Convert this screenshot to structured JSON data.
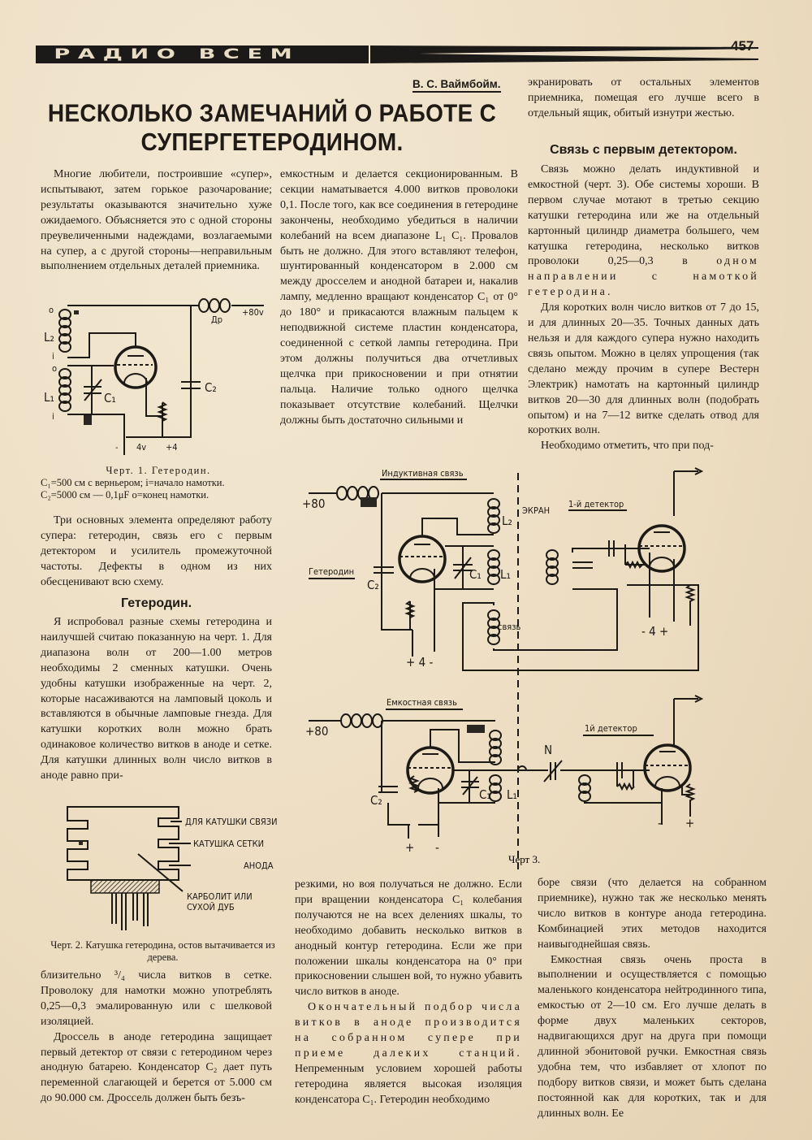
{
  "header": {
    "magazine": "РАДИО ВСЕМ",
    "page_number": "457"
  },
  "article": {
    "author": "В. С. Ваймбойм.",
    "title_line1": "НЕСКОЛЬКО  ЗАМЕЧАНИЙ О РАБОТЕ С",
    "title_line2": "СУПЕРГЕТЕРОДИНОМ."
  },
  "col1": {
    "p1": "Многие любители, построившие «супер», испытывают, затем горькое разочарование; результаты оказываются значительно хуже ожидаемого. Объясняется это с одной стороны преувеличенными надеждами, возлагаемыми на супер, а с другой стороны—неправильным выполнением отдельных деталей приемника.",
    "fig1_caption": "Черт. 1. Гетеродин.",
    "fig1_note1": "C₁=500 см с верньером; i=начало намотки.",
    "fig1_note2": "C₂=5000 см — 0,1μF    o=конец намотки.",
    "p2": "Три основных элемента определяют работу супера: гетеродин, связь его с первым детектором и усилитель промежуточной частоты. Дефекты в одном из них обесценивают всю схему.",
    "heading": "Гетеродин.",
    "p3": "Я испробовал разные схемы гетеродина и наилучшей считаю показанную на черт. 1. Для диапазона волн от 200—1.00 метров необходимы 2 сменных катушки. Очень удобны катушки изображенные на черт. 2, которые насаживаются на ламповый цоколь и вставляются в обычные ламповые гнезда. Для катушки коротких волн можно брать одинаковое количество витков в аноде и сетке. Для катушки длинных волн число витков в аноде равно при-",
    "fig2_caption": "Черт. 2. Катушка гетеродина, остов вытачивается из дерева.",
    "p4": "близительно ³/₄ числа витков в сетке. Проволоку для намотки можно употреблять 0,25—0,3 эмалированную или с шелковой изоляцией.",
    "p5": "Дроссель в аноде гетеродина защищает первый детектор от связи с гетеродином через анодную батарею. Конденсатор C₂ дает путь переменной слагающей и берется от 5.000 см до 90.000 см. Дроссель должен быть безъ-"
  },
  "col2": {
    "p1": "емкостным и делается секционированным. В секции наматывается 4.000 витков проволоки 0,1. После того, как все соединения в гетеродине закончены, необходимо убедиться в наличии колебаний на всем диапазоне L₁ C₁. Провалов быть не должно. Для этого вставляют телефон, шунтированный конденсатором в 2.000 см между дросселем и анодной батареи и, накалив лампу, медленно вращают конденсатор C₁ от 0° до 180° и прикасаются влажным пальцем к неподвижной системе пластин конденсатора, соединенной с сеткой лампы гетеродина. При этом должны получиться два отчетливых щелчка при прикосновении и при отнятии пальца. Наличие только одного щелчка показывает отсутствие колебаний. Щелчки должны быть достаточно сильными и",
    "p2": "резкими, но воя получаться не должно. Если при вращении конденсатора C₁ колебания получаются не на всех делениях шкалы, то необходимо добавить несколько витков в анодный контур гетеродина. Если же при положении шкалы конденсатора на 0° при прикосновении слышен вой, то нужно убавить число витков в аноде.",
    "p3_spaced": "Окончательный подбор числа витков в аноде производится на собранном супере при приеме далеких станций.",
    "p3_rest": " Непременным условием хорошей работы гетеродина является высокая изоляция конденсатора C₁. Гетеродин необходимо"
  },
  "col3": {
    "p1": "экранировать от остальных элементов приемника, помещая его лучше всего в отдельный ящик, обитый изнутри жестью.",
    "heading": "Связь с первым детектором.",
    "p2": "Связь можно делать индуктивной и емкостной (черт. 3). Обе системы хороши. В первом случае мотают в третью секцию катушки гетеродина или же на отдельный картонный цилиндр диаметра большего, чем катушка гетеродина, несколько витков проволоки 0,25—0,3 в ",
    "p2_spaced": "одном направлении с намоткой гетеродина.",
    "p3": "Для коротких волн число витков от 7 до 15, и для длинных 20—35. Точных данных дать нельзя и для каждого супера нужно находить связь опытом. Можно в целях упрощения (так сделано между прочим в супере Вестерн Электрик) намотать на картонный цилиндр витков 20—30 для длинных волн (подобрать опытом) и на 7—12 витке сделать отвод для коротких волн.",
    "p4": "Необходимо отметить, что при под-",
    "p5": "боре связи (что делается на собранном приемнике), нужно так же несколько менять число витков в контуре анода гетеродина. Комбинацией этих методов находится наивыгоднейшая связь.",
    "p6": "Емкостная связь очень проста в выполнении и осуществляется с помощью маленького конденсатора нейтродинного типа, емкостью от 2—10 см. Его лучше делать в форме двух маленьких секторов, надвигающихся друг на друга при помощи длинной эбонитовой ручки. Емкостная связь удобна тем, что избавляет от хлопот по подбору витков связи, и может быть сделана постоянной как для коротких, так и для длинных волн. Ее"
  },
  "fig1": {
    "o_top": "o",
    "L2": "L₂",
    "i_top": "i",
    "o_bottom": "o",
    "L1": "L₁",
    "i_bottom": "i",
    "C1": "C₁",
    "C2": "C₂",
    "choke": "Др",
    "plus80": "+80v",
    "minus": "-",
    "v4": "4v",
    "plus4": "+4"
  },
  "fig2": {
    "label_coupling": "ДЛЯ КАТУШКИ СВЯЗИ",
    "label_grid": "КАТУШКА СЕТКИ",
    "label_anode": "АНОДА",
    "label_material1": "КАРБОЛИТ ИЛИ",
    "label_material2": "СУХОЙ ДУБ"
  },
  "fig3": {
    "inductive_title": "Индуктивная связь",
    "plus80_a": "+80",
    "oscillator": "Гетеродин",
    "C2_a": "C₂",
    "C1_a": "C₁",
    "L1_a": "L₁",
    "L2_a": "L₂",
    "screen": "ЭКРАН",
    "detector_a": "1-й детектор",
    "coupling": "связь",
    "bat_a": "+ 4 -",
    "bat_det_a": "-  4  +",
    "capacitive_title": "Емкостная связь",
    "plus80_b": "+80",
    "C2_b": "C₂",
    "C1_b": "C₁",
    "L1_b": "L₁",
    "N": "N",
    "detector_b": "1й детектор",
    "plus_b": "+",
    "minus_b": "-",
    "det_minus_b": "-",
    "det_plus_b": "+",
    "caption": "Черт 3."
  }
}
